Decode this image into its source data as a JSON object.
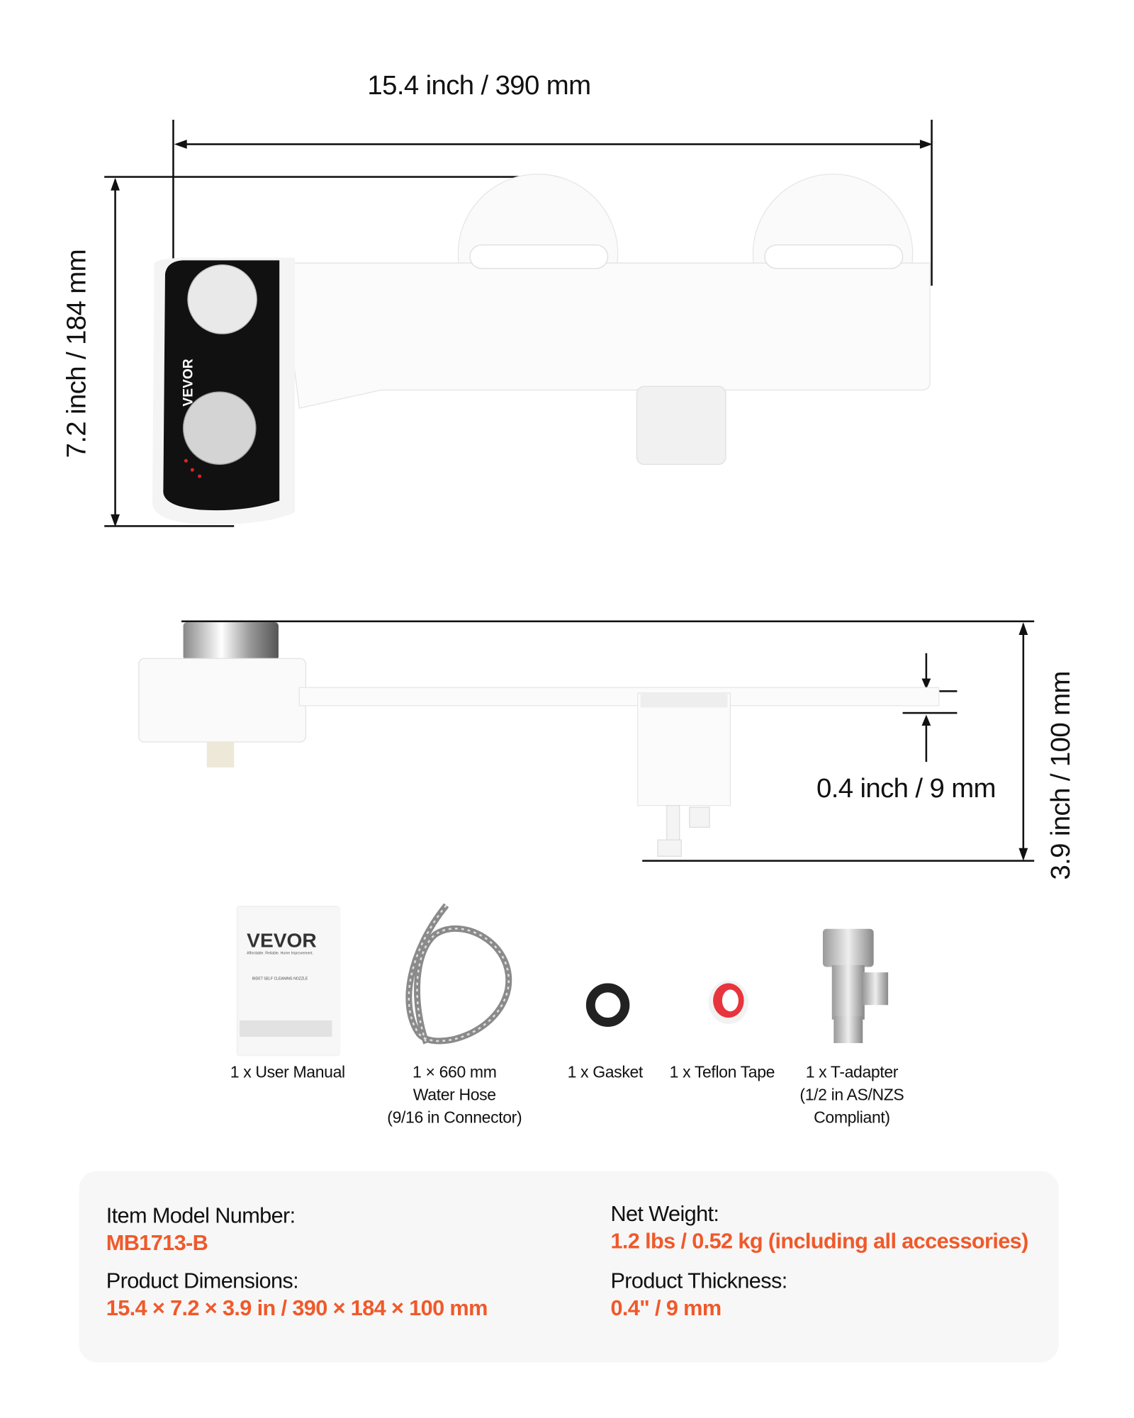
{
  "dimensions": {
    "width_label": "15.4 inch / 390 mm",
    "depth_label": "7.2 inch / 184 mm",
    "height_label": "3.9 inch / 100 mm",
    "thickness_label": "0.4 inch / 9 mm"
  },
  "product": {
    "brand": "VEVOR",
    "panel_color": "#111111"
  },
  "accessories": [
    {
      "label_lines": [
        "1 x User Manual"
      ],
      "icon": "manual-icon"
    },
    {
      "label_lines": [
        "1 × 660 mm",
        "Water Hose",
        "(9/16 in Connector)"
      ],
      "icon": "hose-icon"
    },
    {
      "label_lines": [
        "1 x Gasket"
      ],
      "icon": "gasket-icon"
    },
    {
      "label_lines": [
        "1 x Teflon Tape"
      ],
      "icon": "teflon-tape-icon"
    },
    {
      "label_lines": [
        "1 x T-adapter",
        "(1/2 in AS/NZS",
        "Compliant)"
      ],
      "icon": "t-adapter-icon"
    }
  ],
  "manual": {
    "brand": "VEVOR",
    "tagline": "Affordable. Reliable. Home Improvement.",
    "title": "BIDET SELF CLEANING NOZZLE"
  },
  "specs": {
    "model_label": "Item Model Number:",
    "model_value": "MB1713-B",
    "weight_label": "Net Weight:",
    "weight_value": "1.2 lbs / 0.52 kg (including all accessories)",
    "dimensions_label": "Product Dimensions:",
    "dimensions_value": "15.4 × 7.2 × 3.9 in / 390 × 184 × 100 mm",
    "thickness_label": "Product Thickness:",
    "thickness_value": "0.4\" / 9 mm",
    "accent_color": "#f0592a"
  }
}
